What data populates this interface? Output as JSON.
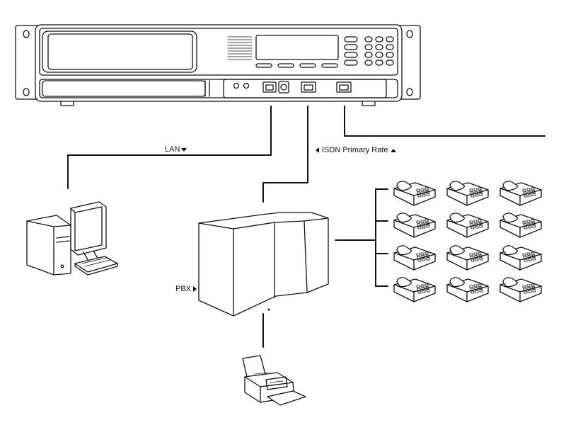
{
  "labels": {
    "lan": "LAN",
    "isdn": "ISDN Primary Rate",
    "pbx": "PBX"
  },
  "devices": {
    "rack_unit": "rack-mount-gateway",
    "computer": "desktop-computer",
    "pbx": "pbx-cabinet",
    "fax": "fax-machine",
    "phones": {
      "rows": 4,
      "cols": 3
    }
  },
  "colors": {
    "stroke": "#111111",
    "fill": "#ffffff"
  }
}
